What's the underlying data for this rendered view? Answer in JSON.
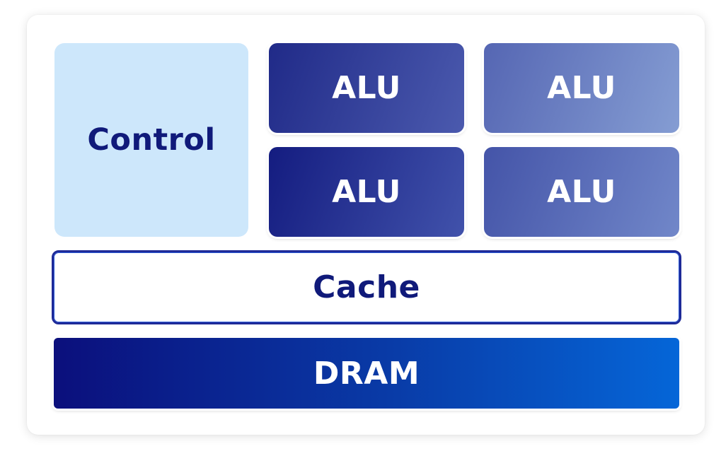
{
  "diagram": {
    "control": {
      "label": "Control"
    },
    "alus": [
      {
        "label": "ALU"
      },
      {
        "label": "ALU"
      },
      {
        "label": "ALU"
      },
      {
        "label": "ALU"
      }
    ],
    "cache": {
      "label": "Cache"
    },
    "dram": {
      "label": "DRAM"
    }
  },
  "colors": {
    "control_fill": "#cde7fb",
    "label_dark": "#101a7a",
    "cache_border": "#1e2a98",
    "dram_gradient": [
      "#0b0f7c",
      "#0566d8"
    ],
    "alu_gradient_dark": [
      "#202a88",
      "#4b5aae"
    ],
    "alu_gradient_light": [
      "#5566b3",
      "#859dd3"
    ]
  }
}
